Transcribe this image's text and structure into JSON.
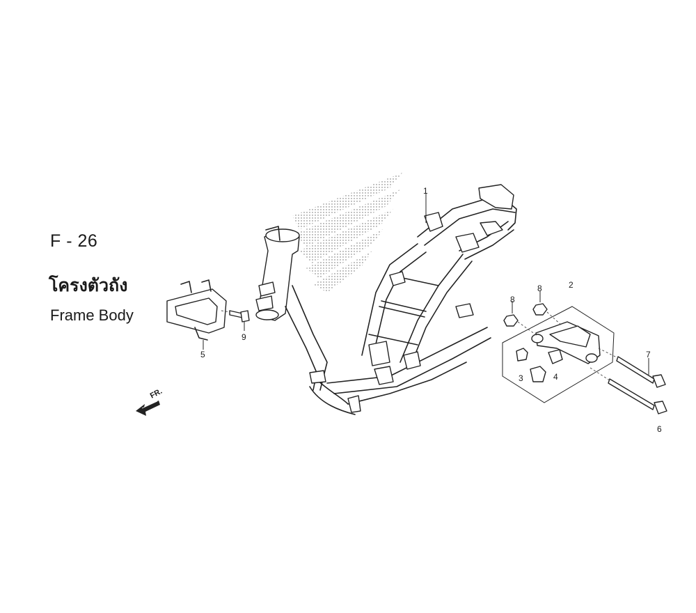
{
  "header": {
    "page_code": "F - 26",
    "title_thai": "โครงตัวถัง",
    "title_english": "Frame Body"
  },
  "direction_arrow": {
    "label": "FR."
  },
  "part_labels": [
    "1",
    "2",
    "3",
    "4",
    "5",
    "6",
    "7",
    "8",
    "8",
    "9"
  ]
}
